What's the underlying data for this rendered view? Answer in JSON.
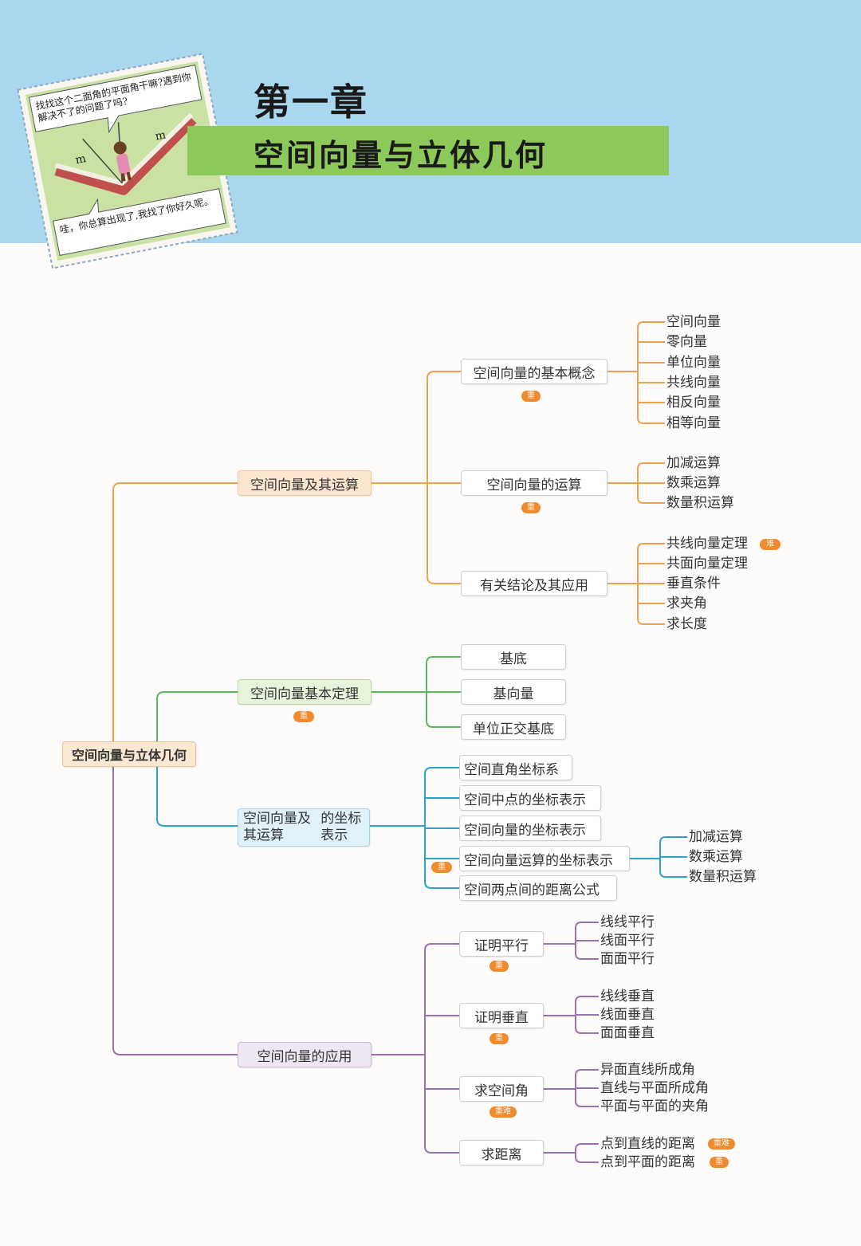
{
  "header": {
    "chapter": "第一章",
    "subtitle": "空间向量与立体几何",
    "comic": {
      "bubble_top": "找找这个二面角的平面角干嘛?遇到你解决不了的问题了吗?",
      "bubble_bottom": "哇，你总算出现了,我找了你好久呢。",
      "mark_left": "m",
      "mark_right": "m"
    }
  },
  "colors": {
    "header_bg": "#a9d8ee",
    "band_green": "#8dc85a",
    "branch_orange": "#eea24f",
    "branch_green": "#5cb85c",
    "branch_blue": "#2ea3c9",
    "branch_purple": "#9b6fb0",
    "badge": "#ef8a2d"
  },
  "mindmap": {
    "root": "空间向量与立体几何",
    "branches": [
      {
        "label": "空间向量及其运算",
        "children": [
          {
            "label": "空间向量的基本概念",
            "badge": "重",
            "leaves": [
              "空间向量",
              "零向量",
              "单位向量",
              "共线向量",
              "相反向量",
              "相等向量"
            ]
          },
          {
            "label": "空间向量的运算",
            "badge": "重",
            "leaves": [
              "加减运算",
              "数乘运算",
              "数量积运算"
            ]
          },
          {
            "label": "有关结论及其应用",
            "leaves": [
              "共线向量定理",
              "共面向量定理",
              "垂直条件",
              "求夹角",
              "求长度"
            ],
            "leaf_badges": {
              "0": "难"
            }
          }
        ]
      },
      {
        "label": "空间向量基本定理",
        "badge": "重",
        "children": [
          {
            "label": "基底"
          },
          {
            "label": "基向量"
          },
          {
            "label": "单位正交基底"
          }
        ]
      },
      {
        "label": "空间向量及其运算的坐标表示",
        "label_lines": [
          "空间向量及其运算",
          "的坐标表示"
        ],
        "badge": "重",
        "children": [
          {
            "label": "空间直角坐标系"
          },
          {
            "label": "空间中点的坐标表示"
          },
          {
            "label": "空间向量的坐标表示"
          },
          {
            "label": "空间向量运算的坐标表示",
            "leaves": [
              "加减运算",
              "数乘运算",
              "数量积运算"
            ]
          },
          {
            "label": "空间两点间的距离公式"
          }
        ]
      },
      {
        "label": "空间向量的应用",
        "children": [
          {
            "label": "证明平行",
            "badge": "重",
            "leaves": [
              "线线平行",
              "线面平行",
              "面面平行"
            ]
          },
          {
            "label": "证明垂直",
            "badge": "重",
            "leaves": [
              "线线垂直",
              "线面垂直",
              "面面垂直"
            ]
          },
          {
            "label": "求空间角",
            "badge": "重难",
            "leaves": [
              "异面直线所成角",
              "直线与平面所成角",
              "平面与平面的夹角"
            ]
          },
          {
            "label": "求距离",
            "leaves": [
              "点到直线的距离",
              "点到平面的距离"
            ],
            "leaf_badges": {
              "0": "重难",
              "1": "重"
            }
          }
        ]
      }
    ]
  }
}
